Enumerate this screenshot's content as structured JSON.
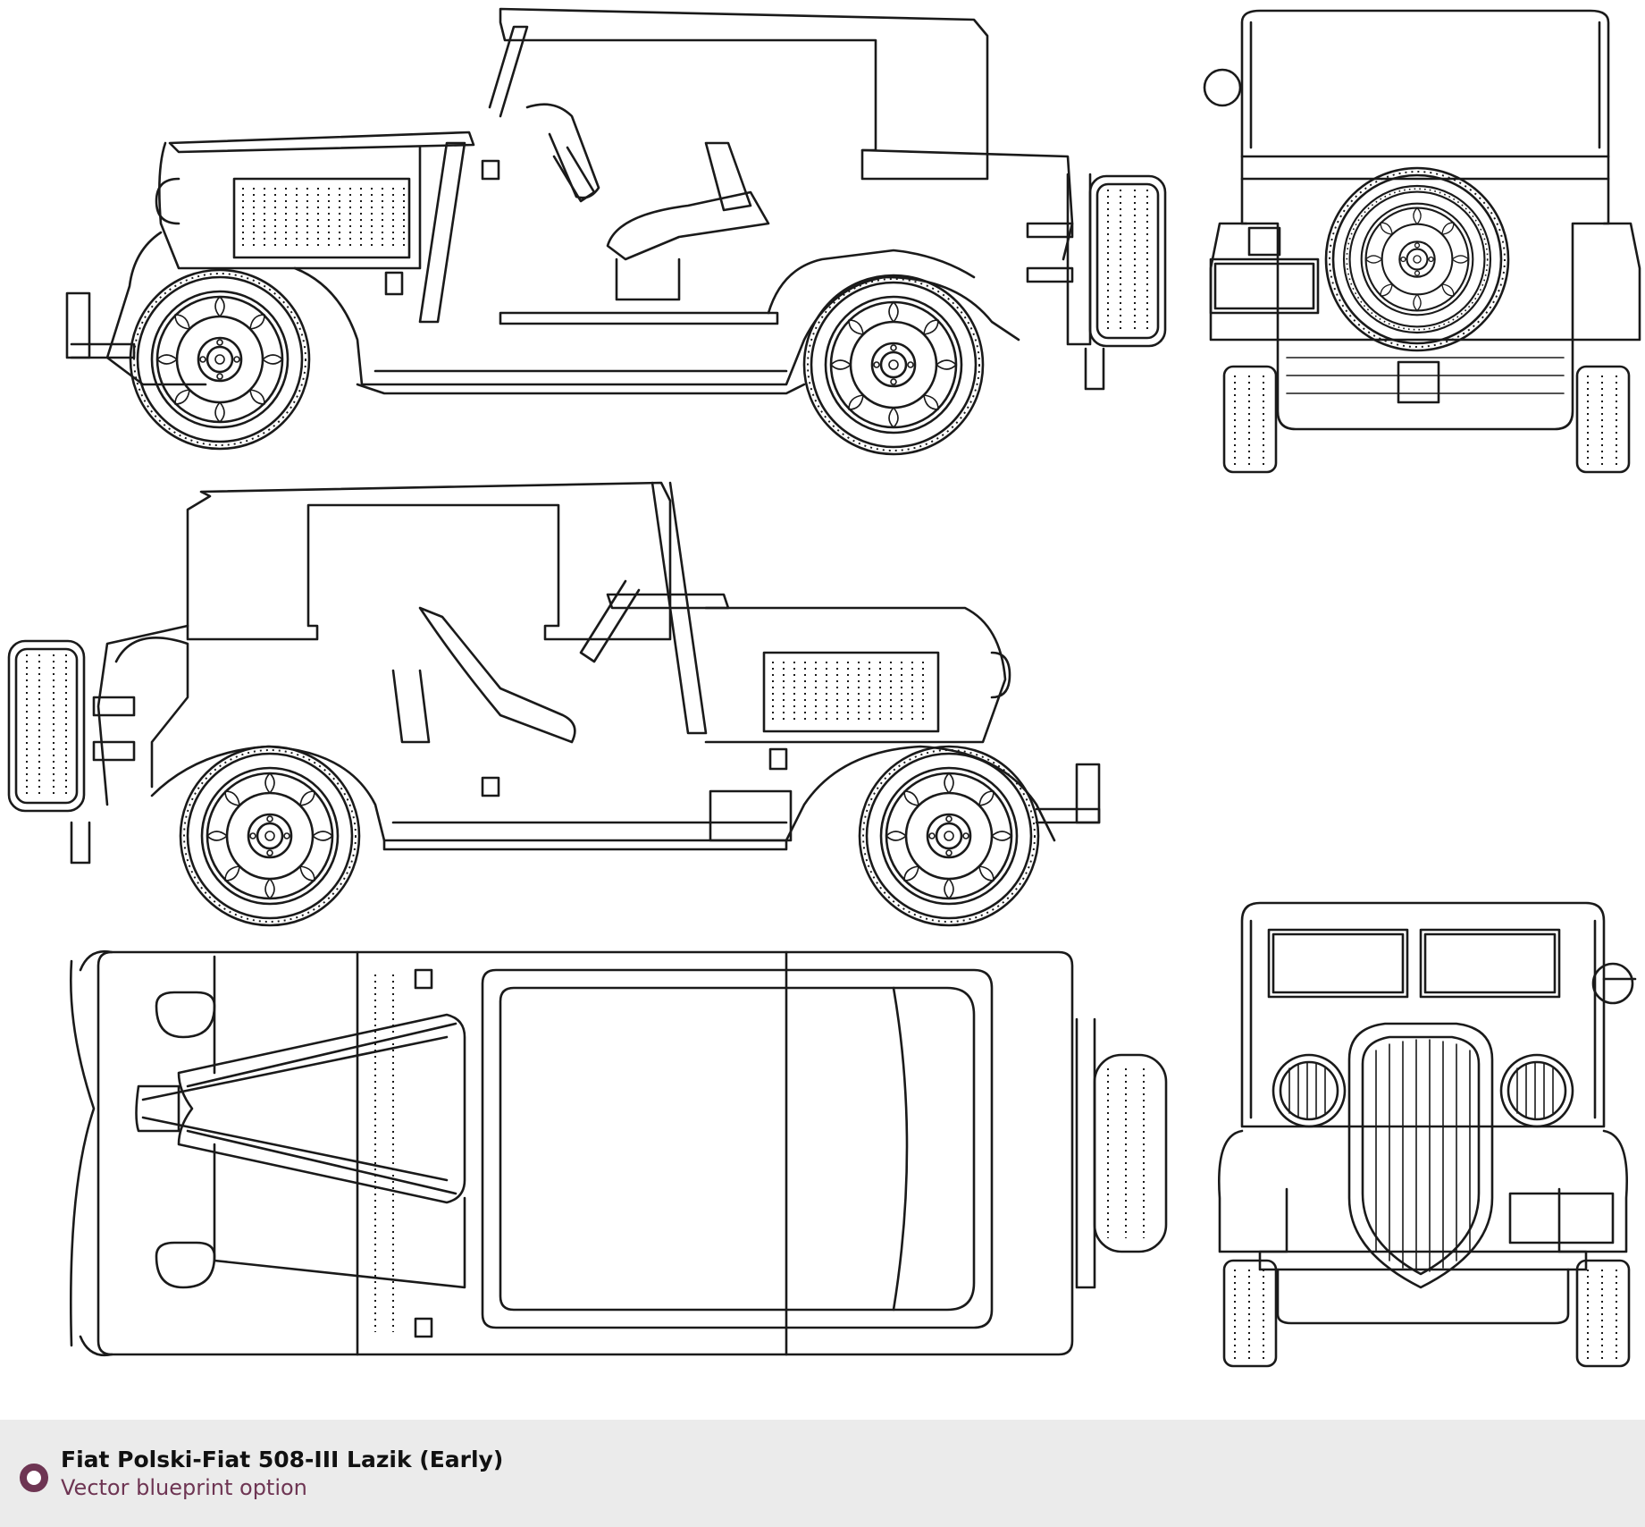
{
  "footer": {
    "title": "Fiat Polski-Fiat 508-III Lazik (Early)",
    "subtitle": "Vector blueprint option",
    "icon": "circle-ring-icon",
    "accent_color": "#6e3553",
    "background_color": "#ebebeb"
  },
  "drawing": {
    "line_color": "#1a1a1a",
    "background_color": "#ffffff",
    "views": [
      "side-view-right",
      "rear-view",
      "side-view-left",
      "top-view",
      "front-view"
    ]
  }
}
